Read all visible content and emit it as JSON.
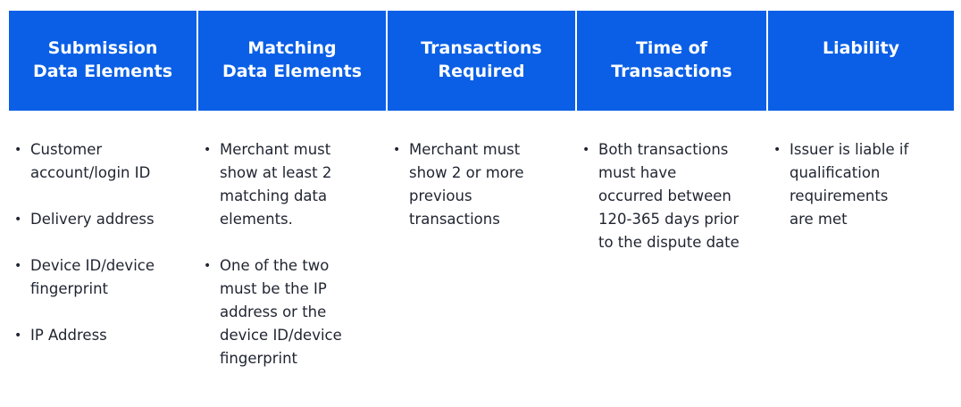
{
  "columns": [
    {
      "header": "Submission\nData Elements",
      "items": [
        "Customer account/login ID",
        "Delivery address",
        "Device ID/device fingerprint",
        "IP Address"
      ]
    },
    {
      "header": "Matching\nData Elements",
      "items": [
        "Merchant must show at least 2 matching data elements.",
        "One of the two must be the IP address or the device ID/device fingerprint"
      ]
    },
    {
      "header": "Transactions\nRequired",
      "items": [
        "Merchant must show 2 or more previous transactions"
      ]
    },
    {
      "header": "Time of\nTransactions",
      "items": [
        "Both transactions must have occurred between 120-365 days prior to the dispute date"
      ]
    },
    {
      "header": "Liability",
      "items": [
        "Issuer is liable if qualification requirements are met"
      ]
    }
  ],
  "colors": {
    "header_bg": "#0a5fe6",
    "header_text": "#ffffff",
    "body_text": "#1f2430"
  }
}
